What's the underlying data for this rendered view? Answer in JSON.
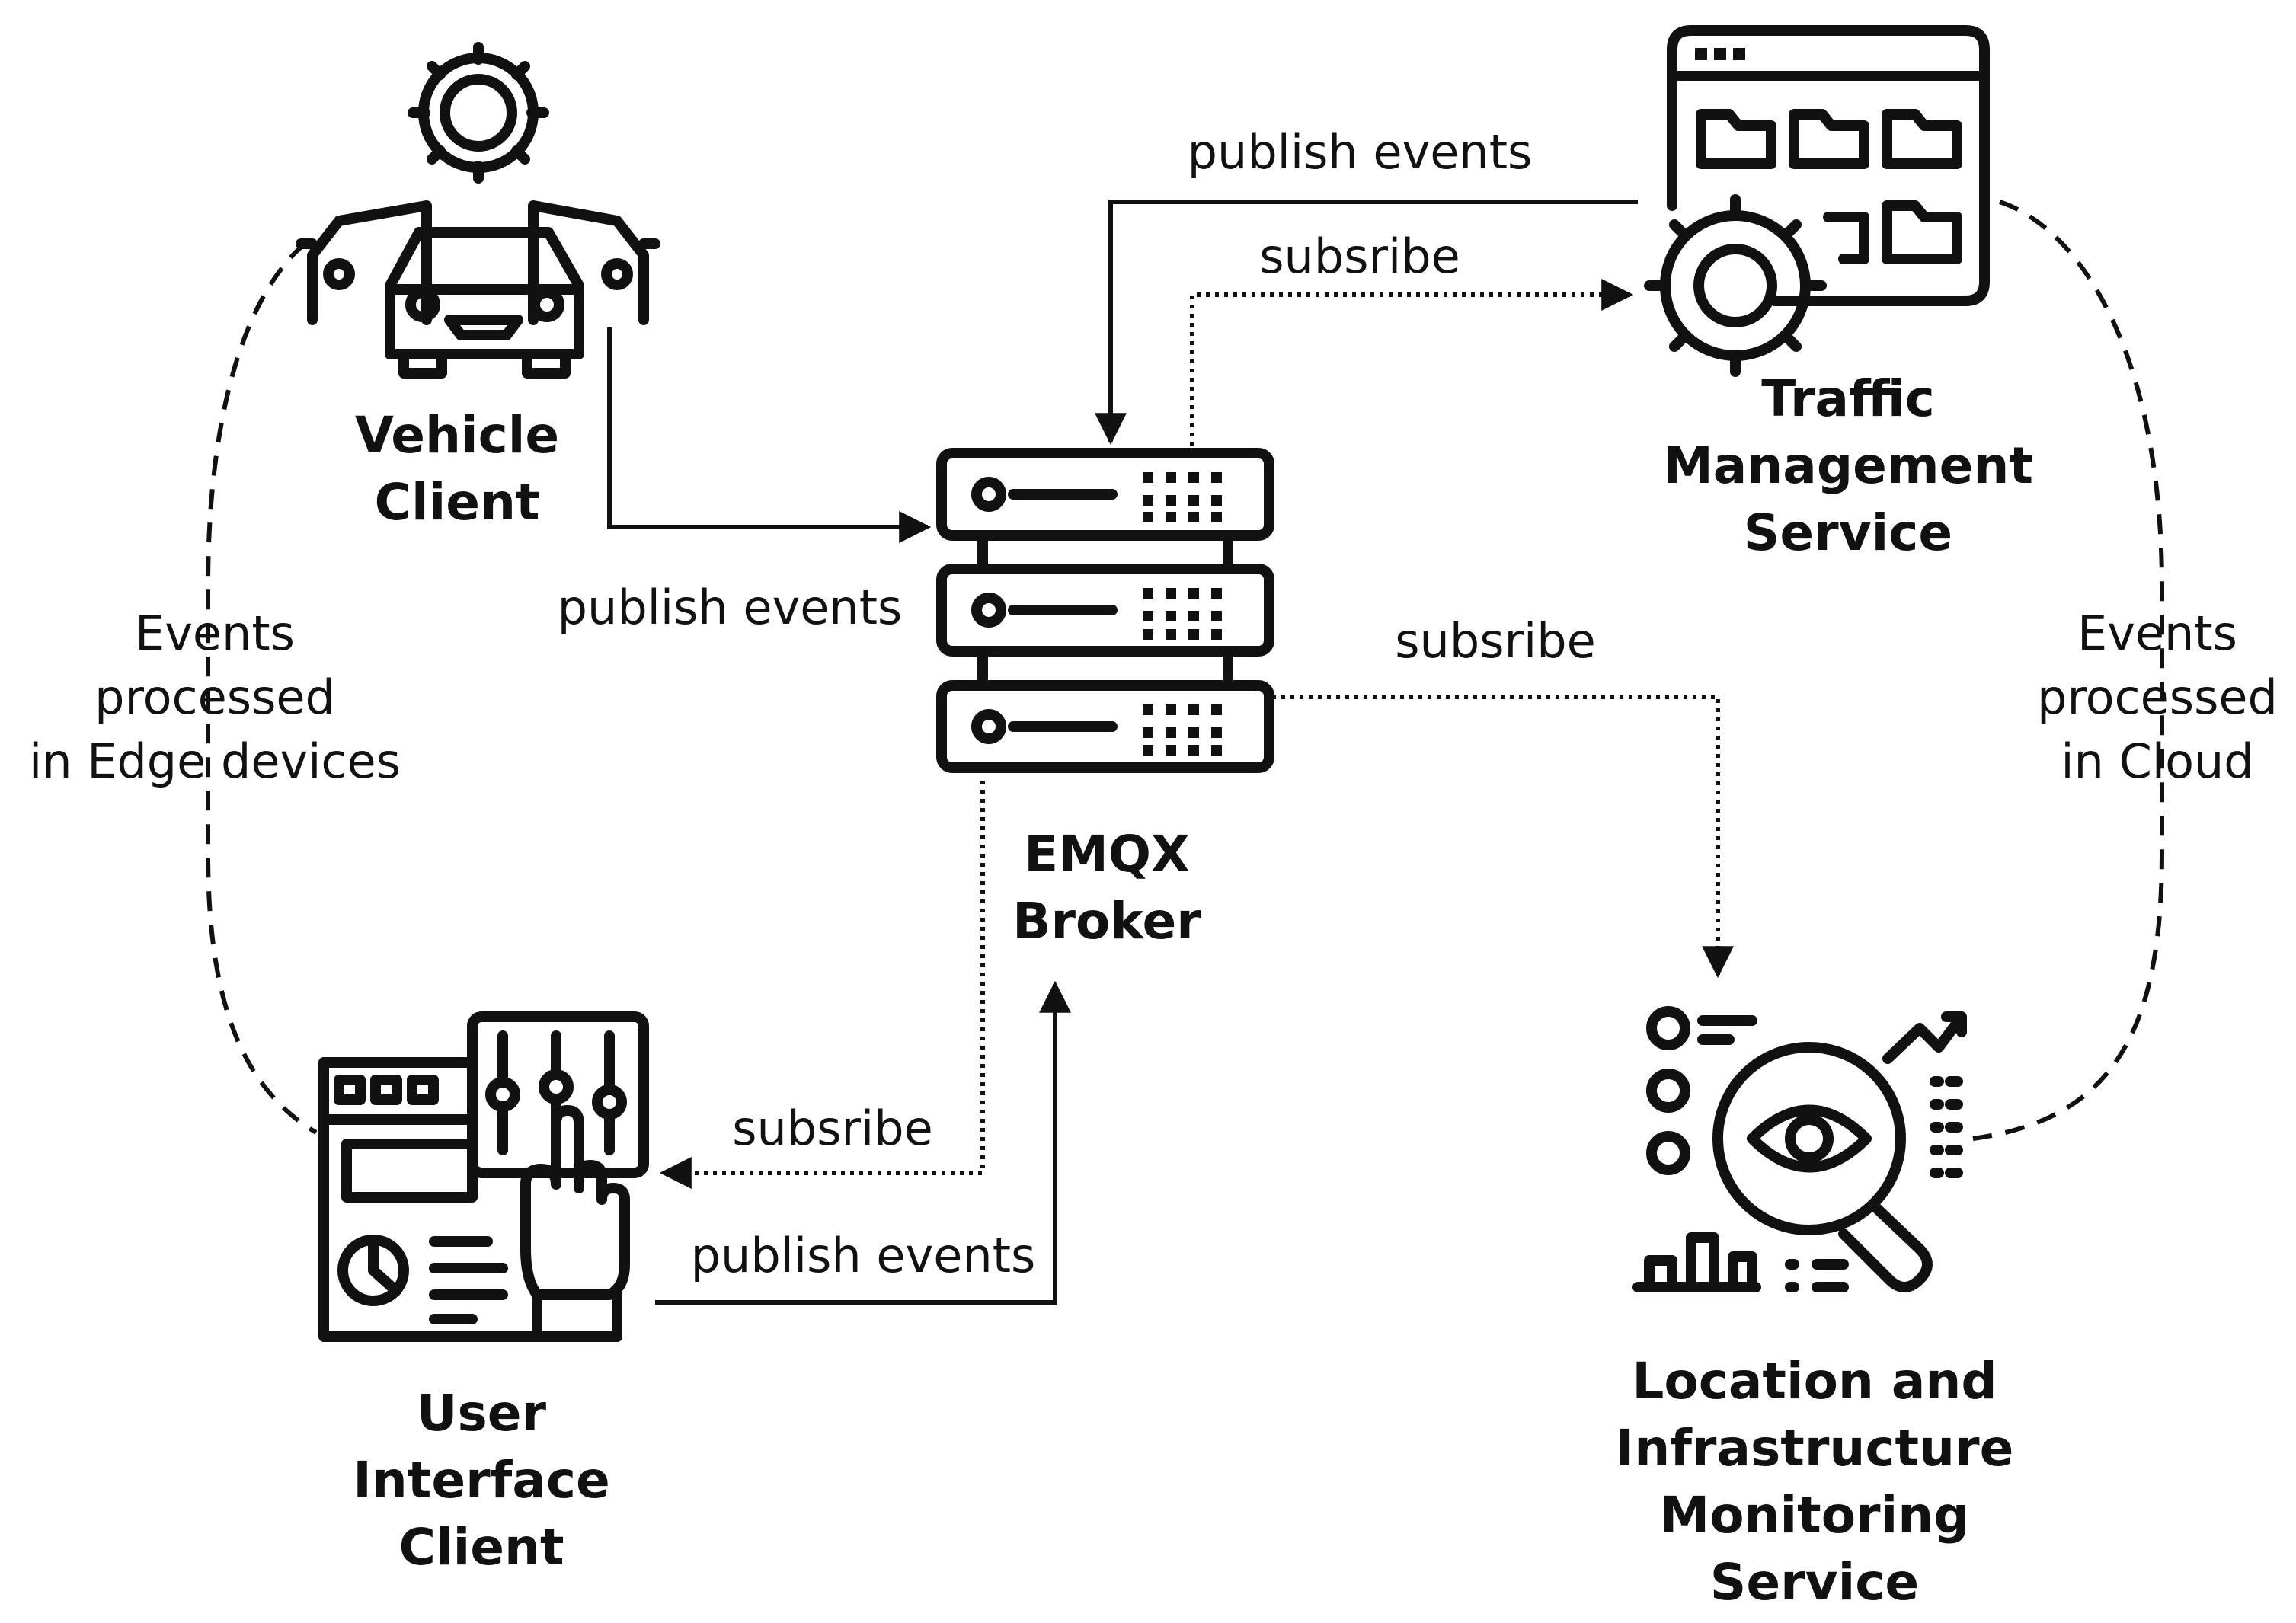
{
  "nodes": {
    "vehicle_client": [
      "Vehicle",
      "Client"
    ],
    "emqx_broker": [
      "EMQX",
      "Broker"
    ],
    "traffic_service": [
      "Traffic",
      "Management",
      "Service"
    ],
    "user_interface_client": [
      "User",
      "Interface",
      "Client"
    ],
    "monitoring_service": [
      "Location and",
      "Infrastructure",
      "Monitoring",
      "Service"
    ]
  },
  "edges": {
    "vehicle_publish": "publish events",
    "traffic_publish": "publish events",
    "traffic_subscribe": "subsribe",
    "monitoring_subscribe": "subsribe",
    "ui_subscribe": "subsribe",
    "ui_publish": "publish events"
  },
  "annotations": {
    "edge_processing": [
      "Events",
      "processed",
      "in Edge devices"
    ],
    "cloud_processing": [
      "Events",
      "processed",
      "in Cloud"
    ]
  },
  "icons": [
    "vehicles-gear-icon",
    "server-rack-icon",
    "dashboard-gear-icon",
    "control-panel-hand-icon",
    "monitoring-magnifier-icon"
  ],
  "colors": {
    "stroke": "#111111",
    "background": "#ffffff"
  }
}
